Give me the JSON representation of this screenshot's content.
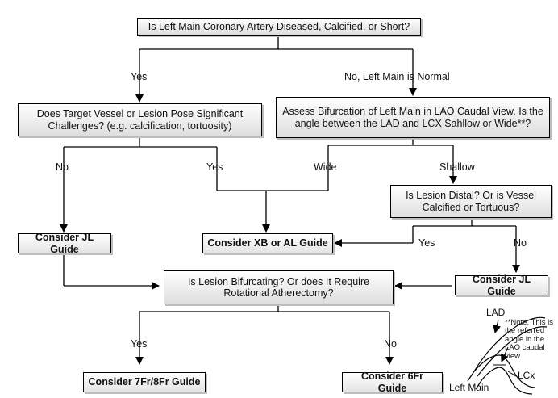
{
  "nodes": {
    "q_left_main": "Is Left Main Coronary Artery Diseased, Calcified, or Short?",
    "q_target_vessel": "Does Target Vessel or Lesion Pose Significant Challenges? (e.g. calcification, tortuosity)",
    "q_bifurcation_lao": "Assess Bifurcation of Left Main in LAO Caudal View. Is the angle between the LAD and LCX Sahllow or Wide**?",
    "q_lesion_distal": "Is Lesion Distal? Or is Vessel Calcified or Tortuous?",
    "q_rotational": "Is Lesion Bifurcating? Or does It Require Rotational Atherectomy?",
    "r_jl_left": "Consider JL Guide",
    "r_xb_al": "Consider XB or AL Guide",
    "r_jl_right": "Consider JL Guide",
    "r_7fr": "Consider 7Fr/8Fr Guide",
    "r_6fr": "Consider 6Fr Guide"
  },
  "edge_labels": {
    "yes_1": "Yes",
    "no_left_main_normal": "No, Left Main is Normal",
    "no_2": "No",
    "yes_2": "Yes",
    "wide": "Wide",
    "shallow": "Shallow",
    "yes_3": "Yes",
    "no_3": "No",
    "yes_4": "Yes",
    "no_4": "No"
  },
  "inset": {
    "lad": "LAD",
    "note": "**Note: This is the referred angle in the LAO caudal view",
    "lcx": "LCx",
    "left_main": "Left Main"
  }
}
